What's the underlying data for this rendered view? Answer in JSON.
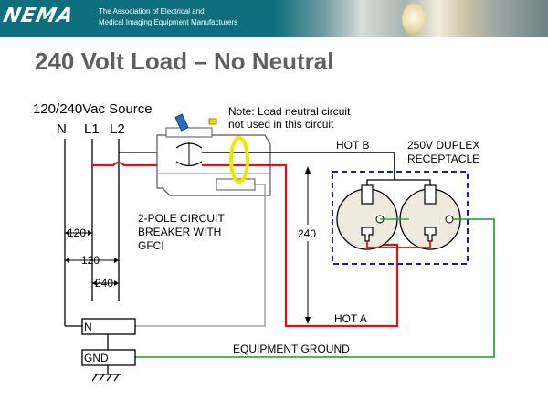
{
  "header": {
    "logo_text": "NEMA",
    "association_line1": "The Association of Electrical and",
    "association_line2": "Medical Imaging Equipment Manufacturers"
  },
  "slide": {
    "title": "240 Volt Load – No Neutral"
  },
  "diagram": {
    "source_label": "120/240Vac Source",
    "line_n": "N",
    "line_l1": "L1",
    "line_l2": "L2",
    "note_line1": "Note:  Load neutral circuit",
    "note_line2": "not used in this circuit",
    "hot_b": "HOT B",
    "hot_a": "HOT A",
    "receptacle_line1": "250V DUPLEX",
    "receptacle_line2": "RECEPTACLE",
    "breaker_line1": "2-POLE CIRCUIT",
    "breaker_line2": "BREAKER WITH",
    "breaker_line3": "GFCI",
    "voltage_n_l1": "120",
    "voltage_n_l2": "120",
    "voltage_l1_l2": "240",
    "voltage_load": "240",
    "neutral_bar": "N",
    "ground_bar": "GND",
    "equipment_ground": "EQUIPMENT GROUND",
    "colors": {
      "hot_a": "#e0101a",
      "ground": "#1a9a2a",
      "sensor": "#f2e600",
      "receptacle_box": "#1b1bb5",
      "neutral": "#8a8a8a"
    }
  }
}
